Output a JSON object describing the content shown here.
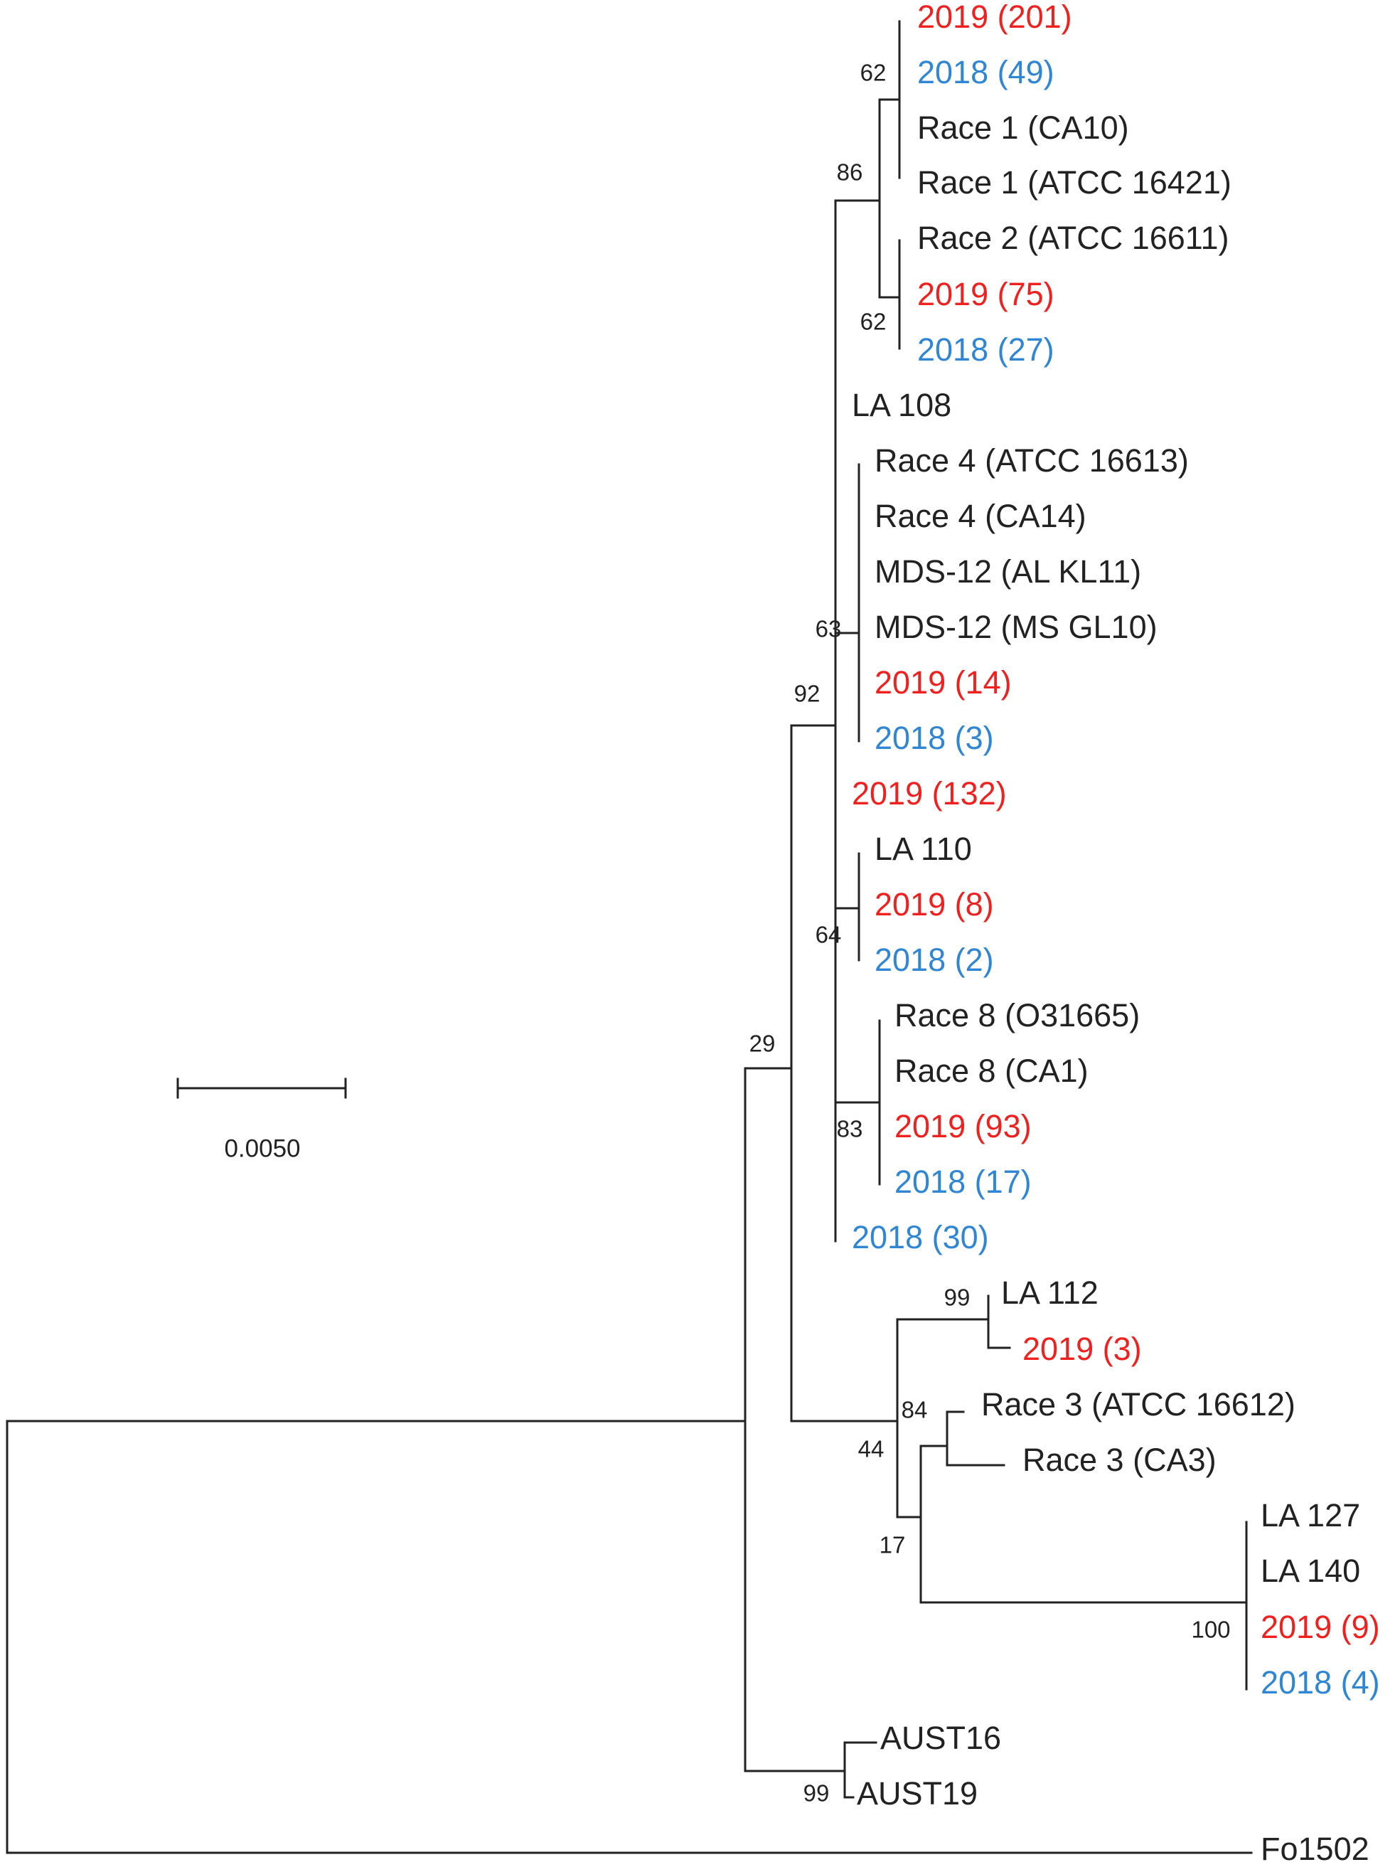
{
  "colors": {
    "black": "#222222",
    "red": "#f0201e",
    "blue": "#2f86d4"
  },
  "scale_bar": {
    "label": "0.0050"
  },
  "taxa": [
    {
      "id": "t1",
      "label": "2019 (201)",
      "color": "red"
    },
    {
      "id": "t2",
      "label": "2018 (49)",
      "color": "blue"
    },
    {
      "id": "t3",
      "label": "Race 1 (CA10)",
      "color": "black"
    },
    {
      "id": "t4",
      "label": "Race 1 (ATCC 16421)",
      "color": "black"
    },
    {
      "id": "t5",
      "label": "Race 2 (ATCC 16611)",
      "color": "black"
    },
    {
      "id": "t6",
      "label": "2019 (75)",
      "color": "red"
    },
    {
      "id": "t7",
      "label": "2018 (27)",
      "color": "blue"
    },
    {
      "id": "t8",
      "label": "LA 108",
      "color": "black"
    },
    {
      "id": "t9",
      "label": "Race 4 (ATCC 16613)",
      "color": "black"
    },
    {
      "id": "t10",
      "label": "Race 4 (CA14)",
      "color": "black"
    },
    {
      "id": "t11",
      "label": "MDS-12 (AL KL11)",
      "color": "black"
    },
    {
      "id": "t12",
      "label": "MDS-12 (MS GL10)",
      "color": "black"
    },
    {
      "id": "t13",
      "label": "2019 (14)",
      "color": "red"
    },
    {
      "id": "t14",
      "label": "2018 (3)",
      "color": "blue"
    },
    {
      "id": "t15",
      "label": "2019 (132)",
      "color": "red"
    },
    {
      "id": "t16",
      "label": "LA 110",
      "color": "black"
    },
    {
      "id": "t17",
      "label": "2019 (8)",
      "color": "red"
    },
    {
      "id": "t18",
      "label": "2018 (2)",
      "color": "blue"
    },
    {
      "id": "t19",
      "label": "Race 8 (O31665)",
      "color": "black"
    },
    {
      "id": "t20",
      "label": "Race 8 (CA1)",
      "color": "black"
    },
    {
      "id": "t21",
      "label": "2019 (93)",
      "color": "red"
    },
    {
      "id": "t22",
      "label": "2018 (17)",
      "color": "blue"
    },
    {
      "id": "t23",
      "label": "2018 (30)",
      "color": "blue"
    },
    {
      "id": "t24",
      "label": "LA 112",
      "color": "black"
    },
    {
      "id": "t25",
      "label": "2019 (3)",
      "color": "red"
    },
    {
      "id": "t26",
      "label": "Race 3 (ATCC 16612)",
      "color": "black"
    },
    {
      "id": "t27",
      "label": "Race 3 (CA3)",
      "color": "black"
    },
    {
      "id": "t28",
      "label": "LA 127",
      "color": "black"
    },
    {
      "id": "t29",
      "label": "LA 140",
      "color": "black"
    },
    {
      "id": "t30",
      "label": "2019 (9)",
      "color": "red"
    },
    {
      "id": "t31",
      "label": "2018 (4)",
      "color": "blue"
    },
    {
      "id": "t32",
      "label": "AUST16",
      "color": "black"
    },
    {
      "id": "t33",
      "label": "AUST19",
      "color": "black"
    },
    {
      "id": "t34",
      "label": "Fo1502",
      "color": "black"
    }
  ],
  "bootstrap_values": [
    {
      "id": "b1",
      "value": "62"
    },
    {
      "id": "b2",
      "value": "86"
    },
    {
      "id": "b3",
      "value": "62"
    },
    {
      "id": "b4",
      "value": "63"
    },
    {
      "id": "b5",
      "value": "92"
    },
    {
      "id": "b6",
      "value": "64"
    },
    {
      "id": "b7",
      "value": "29"
    },
    {
      "id": "b8",
      "value": "83"
    },
    {
      "id": "b9",
      "value": "99"
    },
    {
      "id": "b10",
      "value": "84"
    },
    {
      "id": "b11",
      "value": "44"
    },
    {
      "id": "b12",
      "value": "17"
    },
    {
      "id": "b13",
      "value": "100"
    },
    {
      "id": "b14",
      "value": "99"
    }
  ]
}
